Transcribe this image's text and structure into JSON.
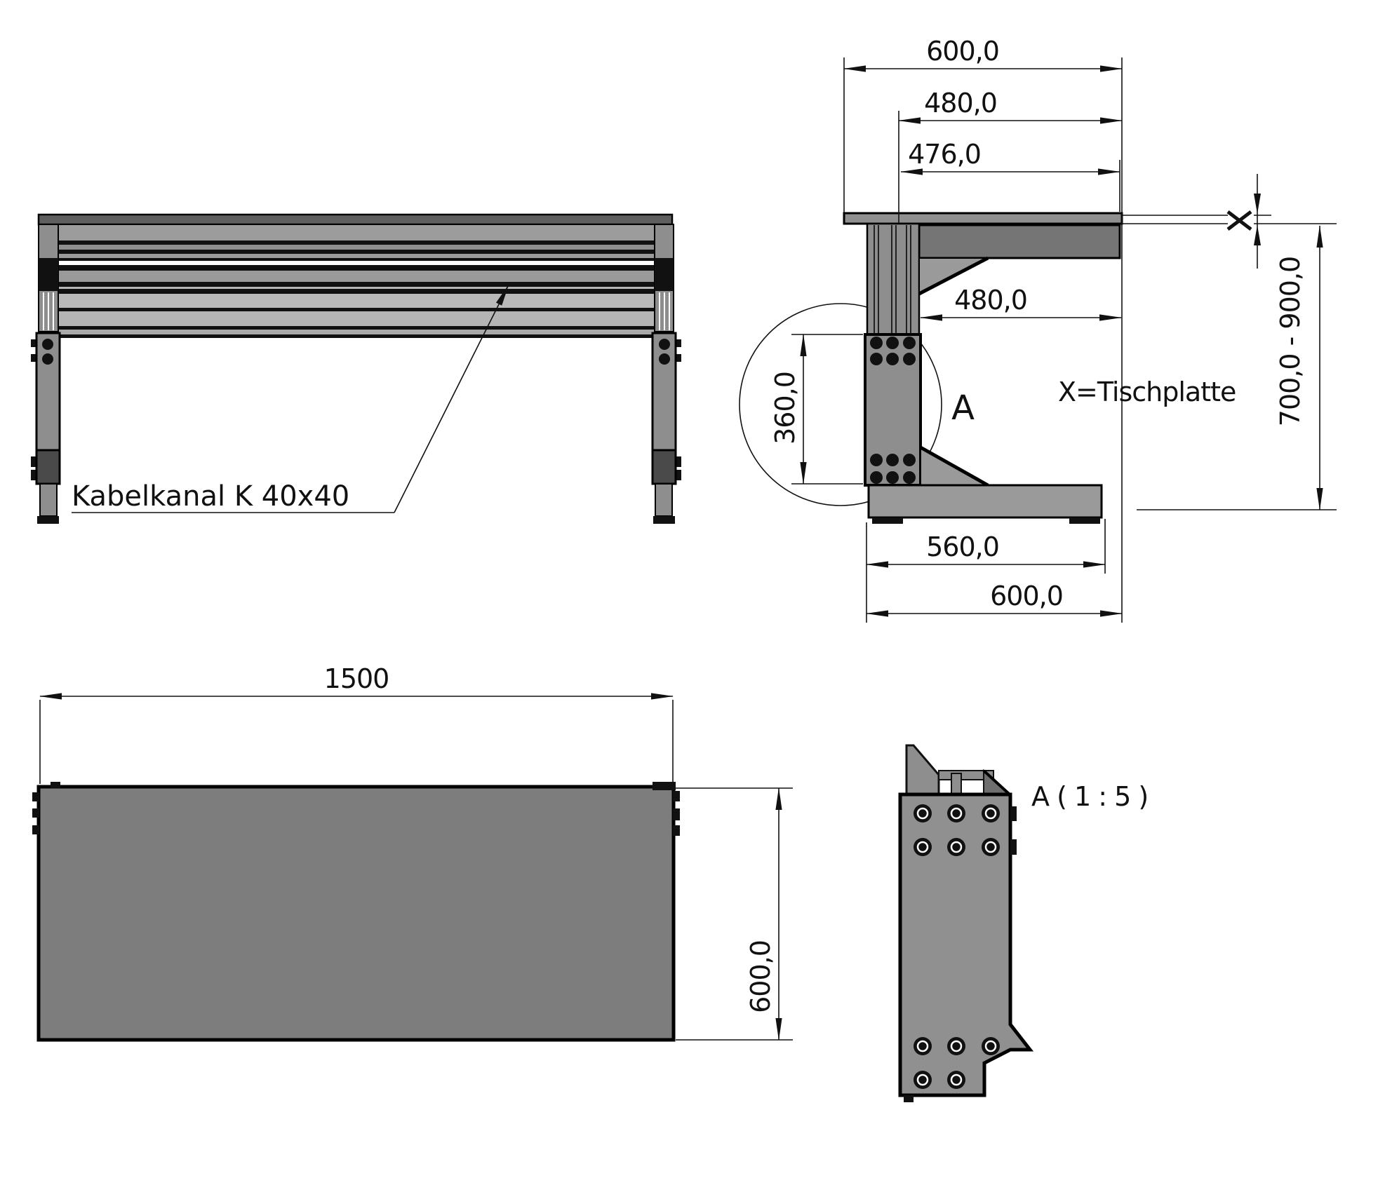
{
  "drawing": {
    "front_view": {
      "callout": "Kabelkanal K 40x40"
    },
    "side_view": {
      "dim_overall_depth_top": "600,0",
      "dim_480_top": "480,0",
      "dim_476_top": "476,0",
      "dim_480_mid": "480,0",
      "dim_sleeve_360": "360,0",
      "dim_base_560": "560,0",
      "dim_base_600": "600,0",
      "dim_height_range": "700,0 - 900,0",
      "tabletop_note": "X=Tischplatte",
      "detail_marker": "A"
    },
    "top_view": {
      "dim_width": "1500",
      "dim_depth": "600,0"
    },
    "detail_view": {
      "title": "A ( 1 : 5 )"
    },
    "colors": {
      "metal_mid": "#8e8e8e",
      "metal_dark": "#5f5f5f",
      "metal_light": "#b5b5b5",
      "surface_gray": "#7d7d7d",
      "line": "#111111",
      "background": "#ffffff"
    }
  }
}
